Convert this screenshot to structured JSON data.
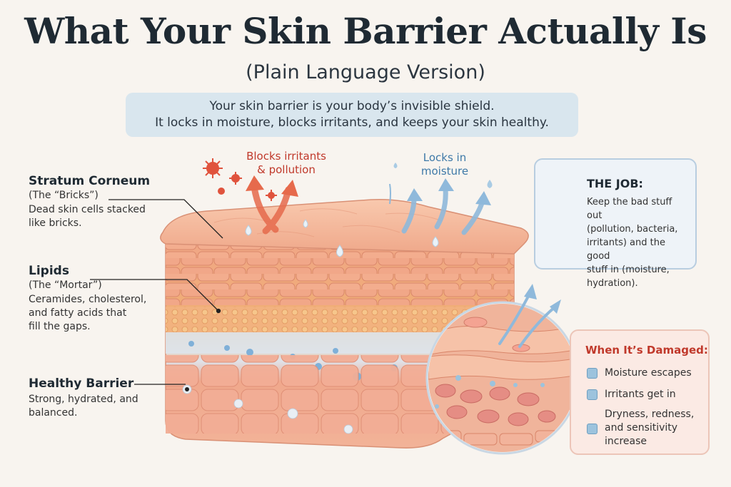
{
  "title": "What Your Skin Barrier Actually Is",
  "subtitle": "(Plain Language Version)",
  "intro": {
    "line1": "Your skin barrier is your body’s invisible shield.",
    "line2": "It locks in moisture, blocks irritants, and keeps your skin healthy."
  },
  "labels": {
    "stratum": {
      "head": "Stratum Corneum",
      "sub": "(The “Bricks”)",
      "desc1": "Dead skin cells stacked",
      "desc2": "like bricks."
    },
    "lipids": {
      "head": "Lipids",
      "sub": "(The “Mortar”)",
      "desc1": "Ceramides, cholesterol,",
      "desc2": "and fatty acids that",
      "desc3": "fill the gaps."
    },
    "healthy": {
      "head": "Healthy Barrier",
      "desc1": "Strong, hydrated, and",
      "desc2": "balanced."
    }
  },
  "annotations": {
    "blocks1": "Blocks irritants",
    "blocks2": "& pollution",
    "locks1": "Locks in",
    "locks2": "moisture"
  },
  "job": {
    "title": "THE JOB:",
    "line1": "Keep the bad stuff out",
    "line2": "(pollution, bacteria,",
    "line3": "irritants) and the good",
    "line4": "stuff in (moisture,",
    "line5": "hydration)."
  },
  "damaged": {
    "title": "When It’s Damaged:",
    "item1": "Moisture escapes",
    "item2": "Irritants get in",
    "item3a": "Dryness, redness,",
    "item3b": "and sensitivity",
    "item3c": "increase"
  },
  "colors": {
    "skin_top": "#f4b89a",
    "skin_mid": "#ef9d82",
    "lipid": "#f3c06a",
    "water": "#a9cbe4",
    "irritant": "#e0533d",
    "moisture_arrow": "#8fb9db"
  },
  "icons": {
    "shield": "shield-check-icon",
    "irritant": "germ-icon",
    "droplet": "droplet-icon"
  }
}
